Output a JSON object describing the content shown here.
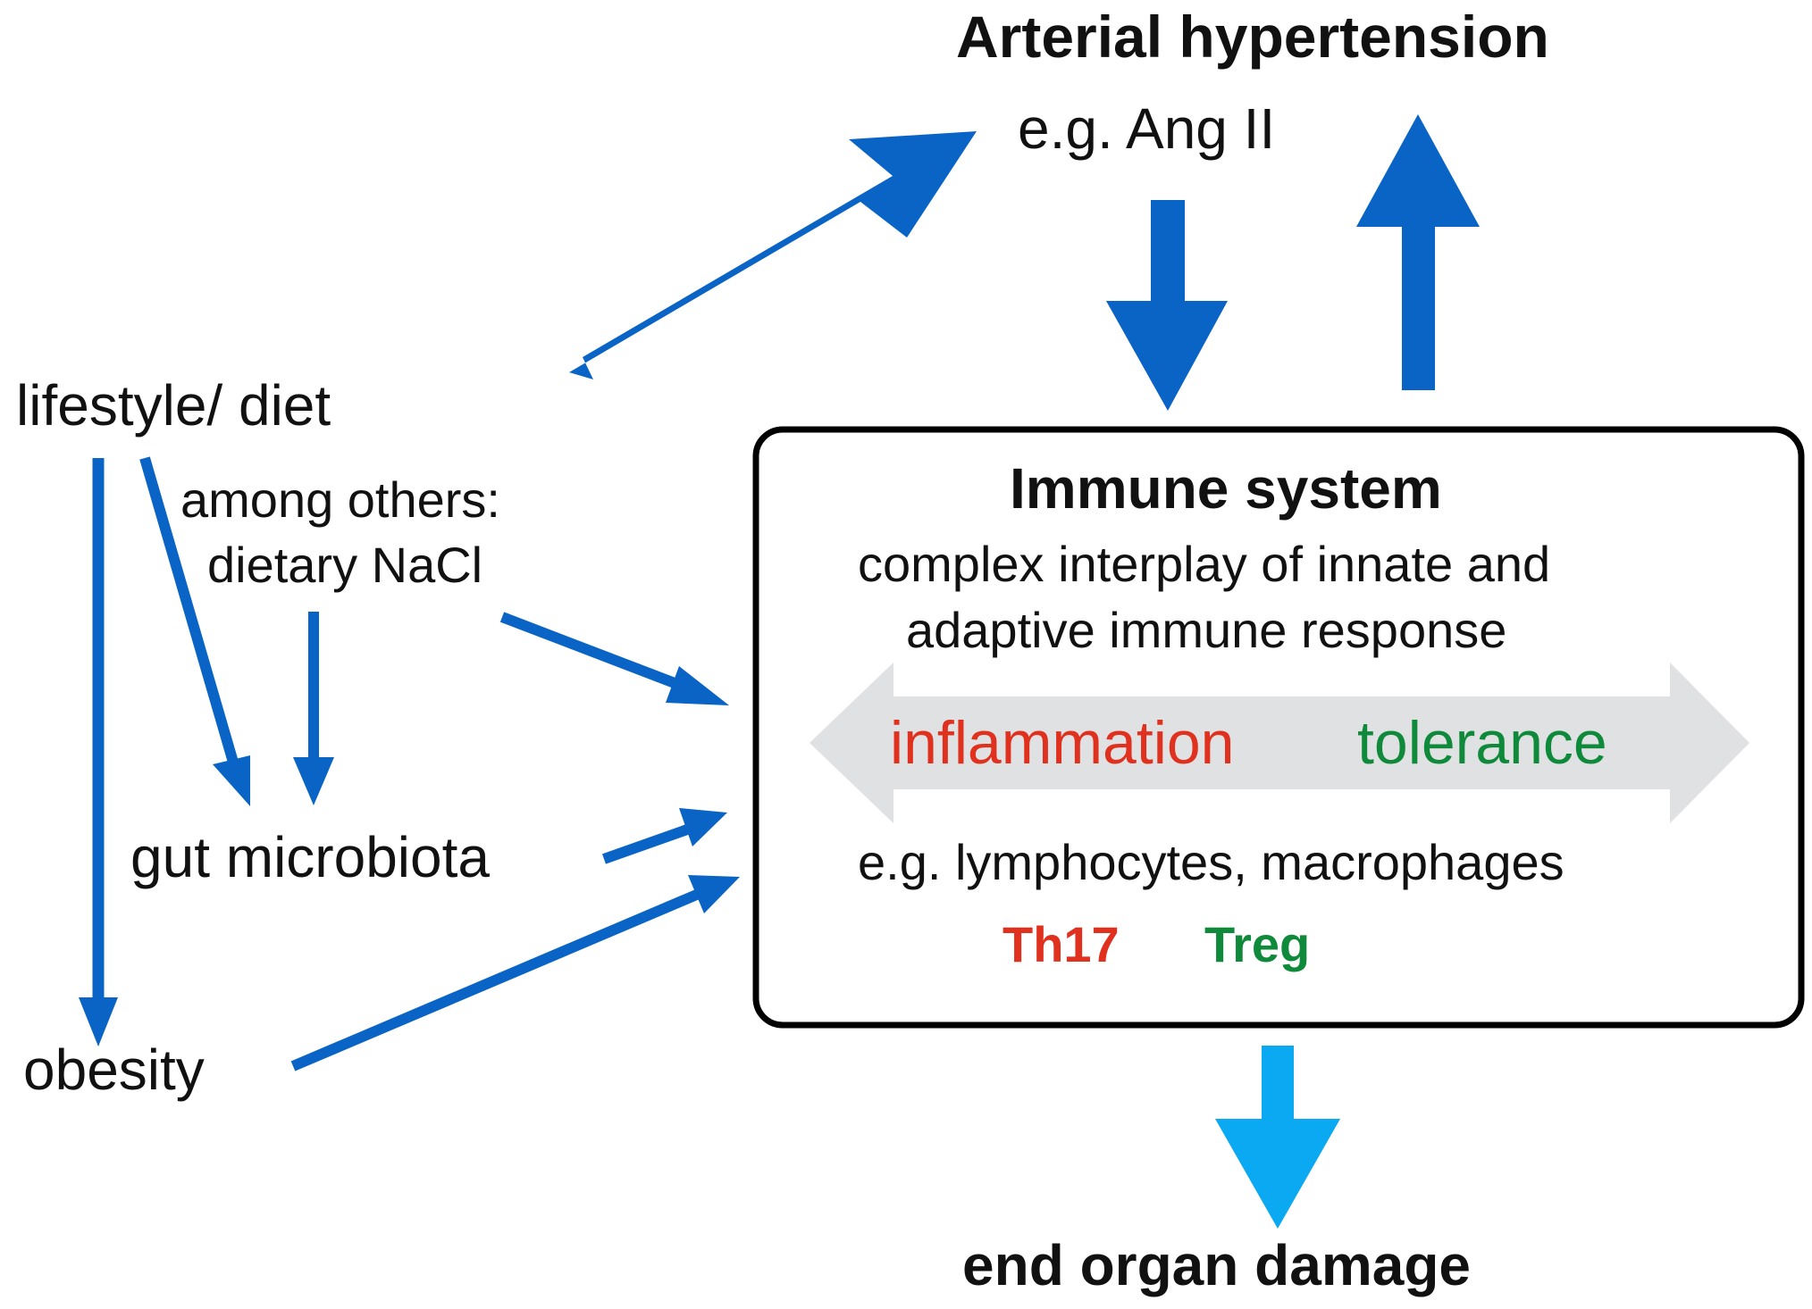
{
  "colors": {
    "arrow_dark_blue": "#0a64c6",
    "arrow_light_blue": "#0aa9f2",
    "inflammation_red": "#e0301e",
    "tolerance_green": "#0f8a3a",
    "gray_band": "#e0e1e3",
    "text": "#111111"
  },
  "top": {
    "title": "Arterial hypertension",
    "subtitle": "e.g. Ang II"
  },
  "left": {
    "lifestyle": "lifestyle/ diet",
    "among_others": "among others:",
    "dietary_nacl": "dietary NaCl",
    "gut_microbiota": "gut microbiota",
    "obesity": "obesity"
  },
  "immune_box": {
    "title": "Immune system",
    "line1": "complex interplay of innate and",
    "line2": "adaptive immune response",
    "inflammation": "inflammation",
    "tolerance": "tolerance",
    "cells": "e.g. lymphocytes, macrophages",
    "th17": "Th17",
    "treg": "Treg"
  },
  "bottom": {
    "end_organ_damage": "end organ damage"
  }
}
